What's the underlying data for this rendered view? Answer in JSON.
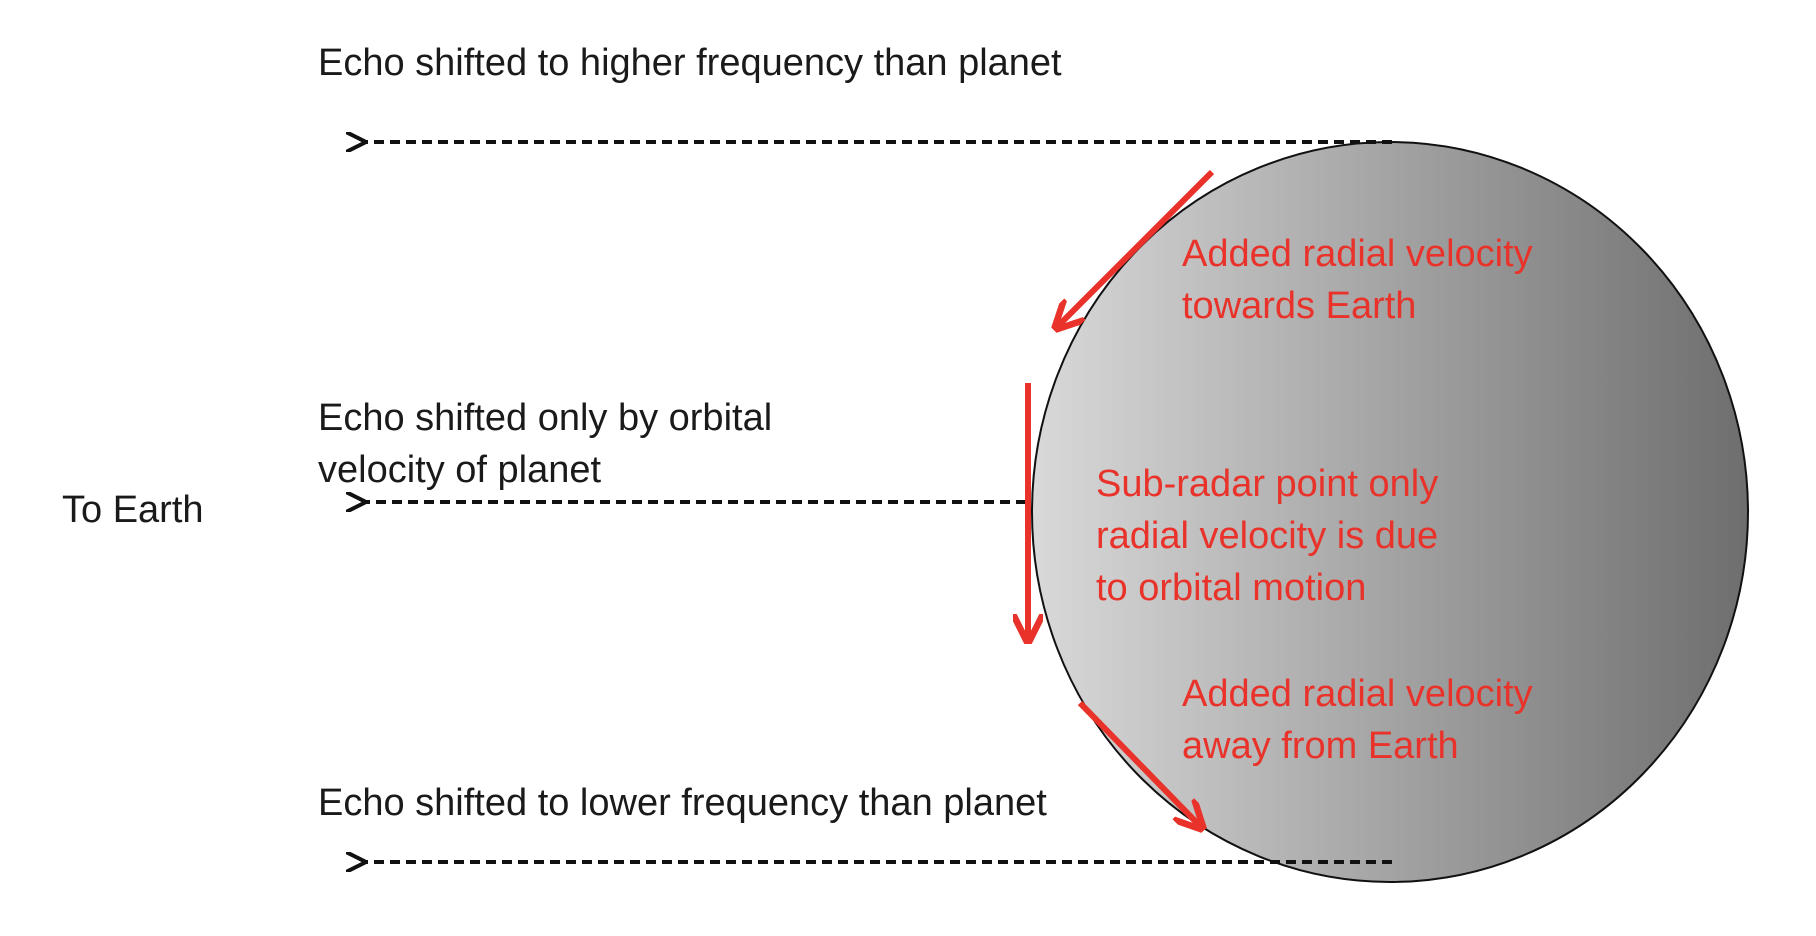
{
  "colors": {
    "text": "#1a1a1a",
    "accent_red": "#e8322a",
    "dashed_arrow": "#111111",
    "planet_light": "#d9d9d9",
    "planet_dark": "#6e6e6e"
  },
  "labels": {
    "to_earth": "To Earth",
    "top_echo": "Echo shifted to higher frequency than planet",
    "middle_echo": [
      "Echo shifted only by orbital",
      "velocity of planet"
    ],
    "bottom_echo": "Echo shifted to lower frequency than planet",
    "top_velocity": [
      "Added radial velocity",
      "towards Earth"
    ],
    "sub_radar": [
      "Sub-radar point only",
      "radial velocity is due",
      "to orbital motion"
    ],
    "bottom_velocity": [
      "Added radial velocity",
      "away from Earth"
    ]
  }
}
